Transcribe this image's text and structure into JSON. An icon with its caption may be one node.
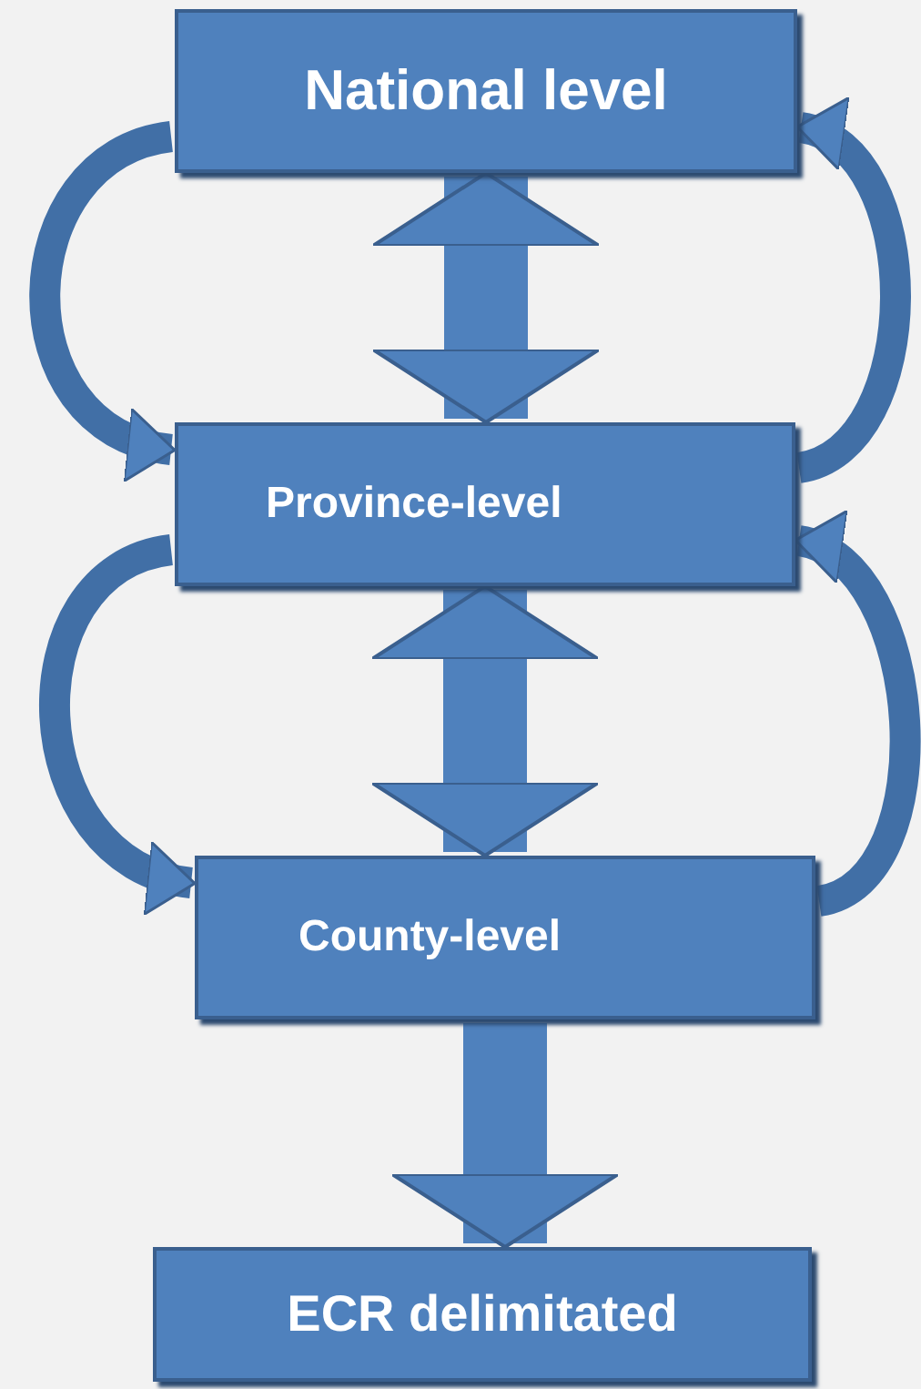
{
  "diagram": {
    "nodes": [
      {
        "text": [
          "National level"
        ]
      },
      {
        "text": [
          "Province-level"
        ]
      },
      {
        "text": [
          "County-level"
        ]
      },
      {
        "text": [
          "ECR delimitated"
        ]
      }
    ],
    "edges": [
      {
        "from": 0,
        "to": 1,
        "arrow": "both",
        "style": "thick"
      },
      {
        "from": 0,
        "to": 1,
        "arrow": "to"
      },
      {
        "from": 1,
        "to": 0,
        "arrow": "to"
      },
      {
        "from": 1,
        "to": 2,
        "arrow": "both",
        "style": "thick"
      },
      {
        "from": 1,
        "to": 2,
        "arrow": "to"
      },
      {
        "from": 2,
        "to": 1,
        "arrow": "to"
      },
      {
        "from": 2,
        "to": 3,
        "arrow": "to",
        "style": "thick"
      }
    ]
  }
}
